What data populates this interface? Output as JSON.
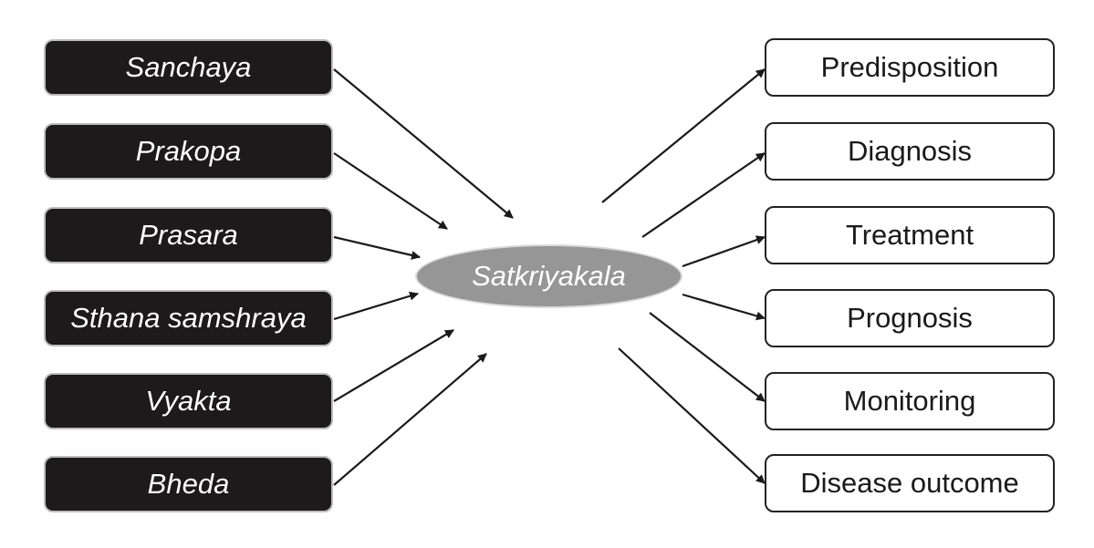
{
  "diagram": {
    "center": {
      "label": "Satkriyakala"
    },
    "stages": [
      {
        "label": "Sanchaya"
      },
      {
        "label": "Prakopa"
      },
      {
        "label": "Prasara"
      },
      {
        "label": "Sthana samshraya"
      },
      {
        "label": "Vyakta"
      },
      {
        "label": "Bheda"
      }
    ],
    "outcomes": [
      {
        "label": "Predisposition"
      },
      {
        "label": "Diagnosis"
      },
      {
        "label": "Treatment"
      },
      {
        "label": "Prognosis"
      },
      {
        "label": "Monitoring"
      },
      {
        "label": "Disease outcome"
      }
    ],
    "colors": {
      "stage_fill": "#1c1a1b",
      "center_fill": "#969696",
      "outcome_fill": "#ffffff",
      "arrow": "#1a1a1a"
    }
  }
}
